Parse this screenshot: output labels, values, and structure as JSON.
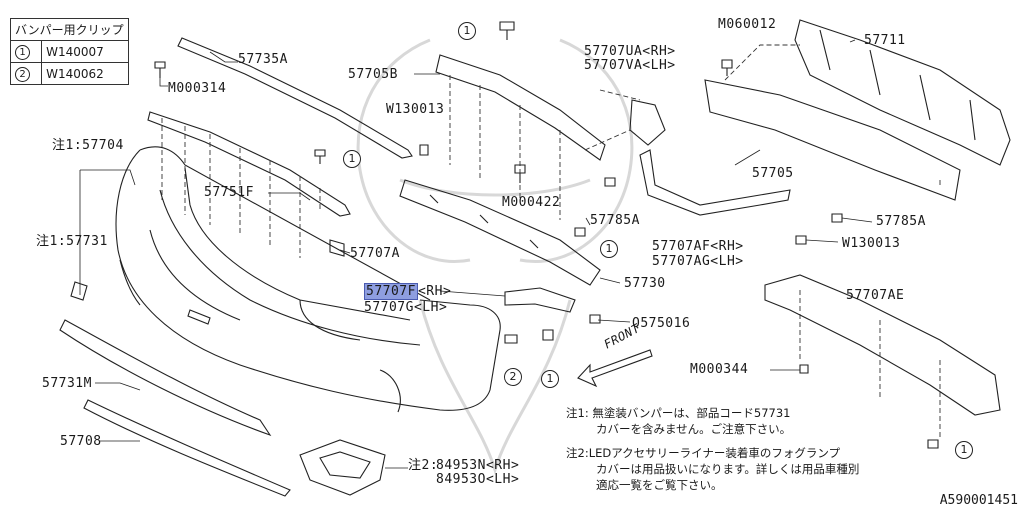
{
  "clip_table": {
    "header": "バンパー用クリップ",
    "rows": [
      {
        "marker": "1",
        "part": "W140007"
      },
      {
        "marker": "2",
        "part": "W140062"
      }
    ]
  },
  "labels": {
    "p57735A": "57735A",
    "pM000314": "M000314",
    "p57705B": "57705B",
    "pW130013a": "W130013",
    "p57707UA": "57707UA<RH>",
    "p57707VA": "57707VA<LH>",
    "pM060012": "M060012",
    "p57711": "57711",
    "p57704": "注1:57704",
    "p57751F": "57751F",
    "pM000422": "M000422",
    "p57785Aa": "57785A",
    "p57705": "57705",
    "p57785Ab": "57785A",
    "p57731": "注1:57731",
    "p57707A": "57707A",
    "p57707AF": "57707AF<RH>",
    "p57707AG": "57707AG<LH>",
    "pW130013b": "W130013",
    "p57730": "57730",
    "p57707F_code": "57707F",
    "p57707F_side": "<RH>",
    "p57707G": "57707G<LH>",
    "pQ575016": "Q575016",
    "p57707AE": "57707AE",
    "pM000344": "M000344",
    "p57731M": "57731M",
    "p57708": "57708",
    "front": "FRONT",
    "p84953N": "84953N<RH>",
    "p84953O": "84953O<LH>",
    "note2_prefix": "注2:"
  },
  "callouts": {
    "one": "1",
    "two": "2"
  },
  "notes": {
    "note1_line1": "注1: 無塗装バンパーは、部品コード57731",
    "note1_line2": "カバーを含みません。ご注意下さい。",
    "note2_line1": "注2:LEDアクセサリーライナー装着車のフォグランプ",
    "note2_line2": "カバーは用品扱いになります。詳しくは用品車種別",
    "note2_line3": "適応一覧をご覧下さい。"
  },
  "ref_code": "A590001451",
  "colors": {
    "highlight": "#8e9ee0",
    "line": "#222222"
  }
}
